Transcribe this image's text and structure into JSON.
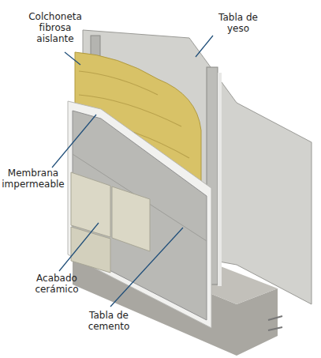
{
  "diagram": {
    "labels": [
      "Colchoneta fibrosa aislante",
      "Tabla de yeso",
      "Membrana impermeable",
      "Acabado cerámico",
      "Tabla de cemento"
    ]
  }
}
